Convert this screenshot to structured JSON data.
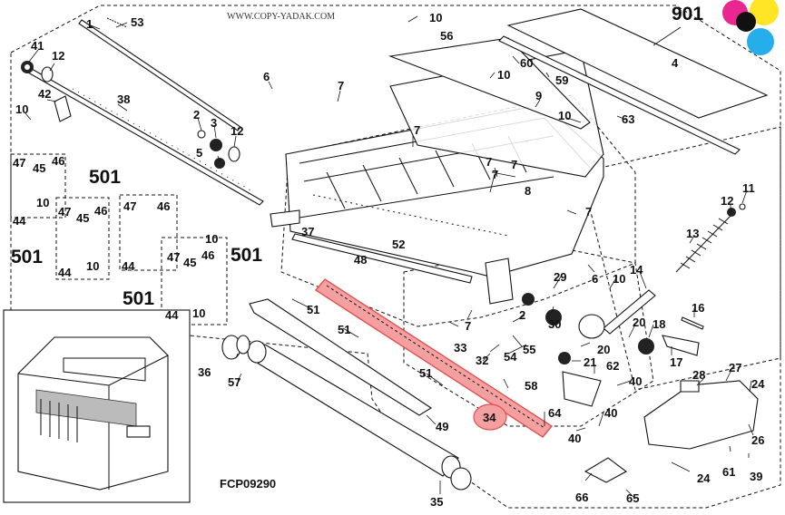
{
  "watermark": "WWW.COPY-YADAK.COM",
  "figure_code": "FCP09290",
  "assembly_number": "901",
  "subassembly_number": "501",
  "logo_colors": [
    "#e6007e",
    "#ffe100",
    "#00a0e9",
    "#111111"
  ],
  "highlight_color": "#f4a0a0",
  "highlighted_part": "34",
  "callouts": {
    "c53": "53",
    "c1": "1",
    "c41": "41",
    "c12a": "12",
    "c42": "42",
    "c38": "38",
    "c10a": "10",
    "c2": "2",
    "c3": "3",
    "c12b": "12",
    "c5": "5",
    "c6a": "6",
    "c7a": "7",
    "c47a": "47",
    "c45a": "45",
    "c46a": "46",
    "c10b": "10",
    "c44a": "44",
    "c501a": "501",
    "c47b": "47",
    "c45b": "45",
    "c46b": "46",
    "c44b": "44",
    "c10c": "10",
    "c501b": "501",
    "c47c": "47",
    "c46c": "46",
    "c10d": "10",
    "c44c": "44",
    "c501c": "501",
    "c47d": "47",
    "c45d": "45",
    "c46d": "46",
    "c501d": "501",
    "c44d": "44",
    "c10e": "10",
    "c37": "37",
    "c48": "48",
    "c52": "52",
    "c7b": "7",
    "c7c": "7",
    "c7d": "7",
    "c7e": "7",
    "c8": "8",
    "c10f": "10",
    "c56": "56",
    "c10g": "10",
    "c9": "9",
    "c10h": "10",
    "c60": "60",
    "c59": "59",
    "c4": "4",
    "c63": "63",
    "c11": "11",
    "c12c": "12",
    "c13": "13",
    "c7f": "7",
    "c6b": "6",
    "c29": "29",
    "c10i": "10",
    "c14": "14",
    "c16": "16",
    "c30": "30",
    "c20a": "20",
    "c18": "18",
    "c20b": "20",
    "c17": "17",
    "c21": "21",
    "c62": "62",
    "c40a": "40",
    "c28": "28",
    "c27": "27",
    "c24a": "24",
    "c51a": "51",
    "c51b": "51",
    "c51c": "51",
    "c7g": "7",
    "c2b": "2",
    "c33": "33",
    "c54": "54",
    "c55": "55",
    "c32": "32",
    "c58": "58",
    "c36": "36",
    "c57": "57",
    "c49": "49",
    "c34": "34",
    "c64": "64",
    "c40b": "40",
    "c40c": "40",
    "c26": "26",
    "c61": "61",
    "c39": "39",
    "c24b": "24",
    "c35": "35",
    "c66": "66",
    "c65": "65"
  }
}
